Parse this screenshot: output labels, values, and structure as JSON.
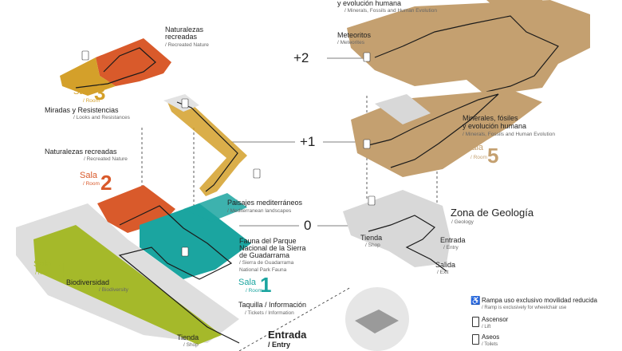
{
  "floors": {
    "plus2": "+2",
    "plus1": "+1",
    "zero": "0"
  },
  "left_building": {
    "top_exhibit": {
      "es": "Naturalezas recreadas",
      "en": "/ Recreated Nature"
    },
    "room3": {
      "sala": "Sala",
      "number": "3",
      "room": "/ Room",
      "color": "#d4a02a"
    },
    "room3_exhibit": {
      "es": "Miradas y Resistencias",
      "en": "/ Looks and Resistances"
    },
    "room2_exhibit": {
      "es": "Naturalezas recreadas",
      "en": "/ Recreated Nature"
    },
    "room2": {
      "sala": "Sala",
      "number": "2",
      "room": "/ Room",
      "color": "#d95a2b"
    },
    "mediterranean": {
      "es": "Paisajes mediterráneos",
      "en": "/ Mediterranean landscapes"
    },
    "fauna": {
      "es_lines": [
        "Fauna del Parque",
        "Nacional de la Sierra",
        "de Guadarrama"
      ],
      "en_lines": [
        "/ Sierra de Guadarrama",
        "National Park Fauna"
      ]
    },
    "room4": {
      "sala": "Sala",
      "number": "4",
      "room": "/ Room",
      "color": "#a5b92a"
    },
    "biodiversity": {
      "es": "Biodiversidad",
      "en": "/ Biodiversity"
    },
    "room1": {
      "sala": "Sala",
      "number": "1",
      "room": "/ Room",
      "color": "#1ba5a0"
    },
    "tickets": {
      "es": "Taquilla / Información",
      "en": "/ Tickets / Information"
    },
    "shop": {
      "es": "Tienda",
      "en": "/ Shop"
    },
    "entry": {
      "es": "Entrada",
      "en": "/ Entry"
    }
  },
  "right_building": {
    "top_exhibit": {
      "es": "y evolución humana",
      "en": "/ Minerals, Fossils and Human Evolution"
    },
    "meteorites": {
      "es": "Meteoritos",
      "en": "/ Meteorites"
    },
    "minerals": {
      "es_lines": [
        "Minerales, fósiles",
        "y evolución humana"
      ],
      "en": "/ Minerals, Fossils and Human Evolution"
    },
    "room5": {
      "sala": "Sala",
      "number": "5",
      "room": "/ Room",
      "color": "#c4a070"
    },
    "geology_zone": {
      "es": "Zona de Geología",
      "en": "/ Geology"
    },
    "shop": {
      "es": "Tienda",
      "en": "/ Shop"
    },
    "entry": {
      "es": "Entrada",
      "en": "/ Entry"
    },
    "exit": {
      "es": "Salida",
      "en": "/ Exit"
    }
  },
  "legend": {
    "ramp": {
      "es": "Rampa uso exclusivo movilidad reducida",
      "en": "/ Ramp is exclusively for wheelchair use",
      "icon": "wheelchair-icon"
    },
    "lift": {
      "es": "Ascensor",
      "en": "/ Lift",
      "icon": "elevator-icon"
    },
    "toilets": {
      "es": "Aseos",
      "en": "/ Toilets",
      "icon": "toilets-icon"
    }
  },
  "colors": {
    "orange": "#d95a2b",
    "yellow": "#d4a02a",
    "green": "#a5b92a",
    "teal": "#1ba5a0",
    "tan": "#c4a070",
    "grey": "#cfcfcf",
    "path": "#1a1a1a"
  }
}
